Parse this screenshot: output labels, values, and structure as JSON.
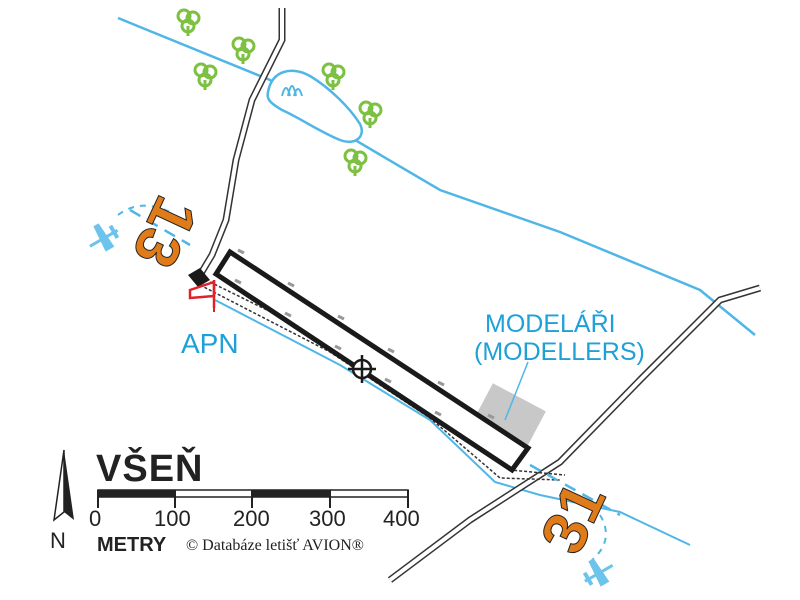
{
  "airfield_name": "VŠEŇ",
  "labels": {
    "apron": "APN",
    "modellers_line1": "MODELÁŘI",
    "modellers_line2": "(MODELLERS)"
  },
  "runway_designators": {
    "northwest": "13",
    "southeast": "31"
  },
  "scale_bar": {
    "ticks": [
      "0",
      "100",
      "200",
      "300",
      "400"
    ],
    "units": "METRY"
  },
  "north_arrow_label": "N",
  "copyright": "© Databáze letišť AVION®",
  "icons": {
    "tree": "tree-icon",
    "airplane": "airplane-icon",
    "arp": "aerodrome-reference-point-icon",
    "windsock": "windsock-icon",
    "north_arrow": "north-arrow-icon"
  },
  "colors": {
    "water": "#4fb6e6",
    "label_blue": "#1ea0d8",
    "runway_designator": "#e07b1a",
    "tree": "#7cc142",
    "road": "#333333",
    "windsock": "#e0202a",
    "model_area": "#c8c8c8",
    "runway": "#1a1a1a"
  }
}
